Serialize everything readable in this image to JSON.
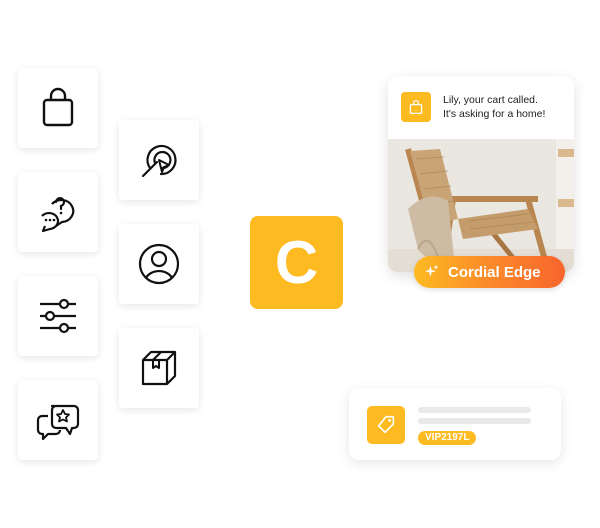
{
  "logo": {
    "letter": "C",
    "color": "#FDBA21"
  },
  "icons_left": [
    "shopping-bag-icon",
    "question-chat-icon",
    "sliders-icon",
    "star-chat-icon"
  ],
  "icons_right": [
    "cursor-target-icon",
    "user-circle-icon",
    "box-icon"
  ],
  "notification": {
    "line1": "Lily, your cart called.",
    "line2": "It's asking for a home!",
    "image": "chair-photo"
  },
  "badge": {
    "label": "Cordial Edge"
  },
  "coupon": {
    "code": "VIP2197L"
  },
  "colors": {
    "accent": "#FDBA21",
    "gradient_end": "#F7652D"
  }
}
